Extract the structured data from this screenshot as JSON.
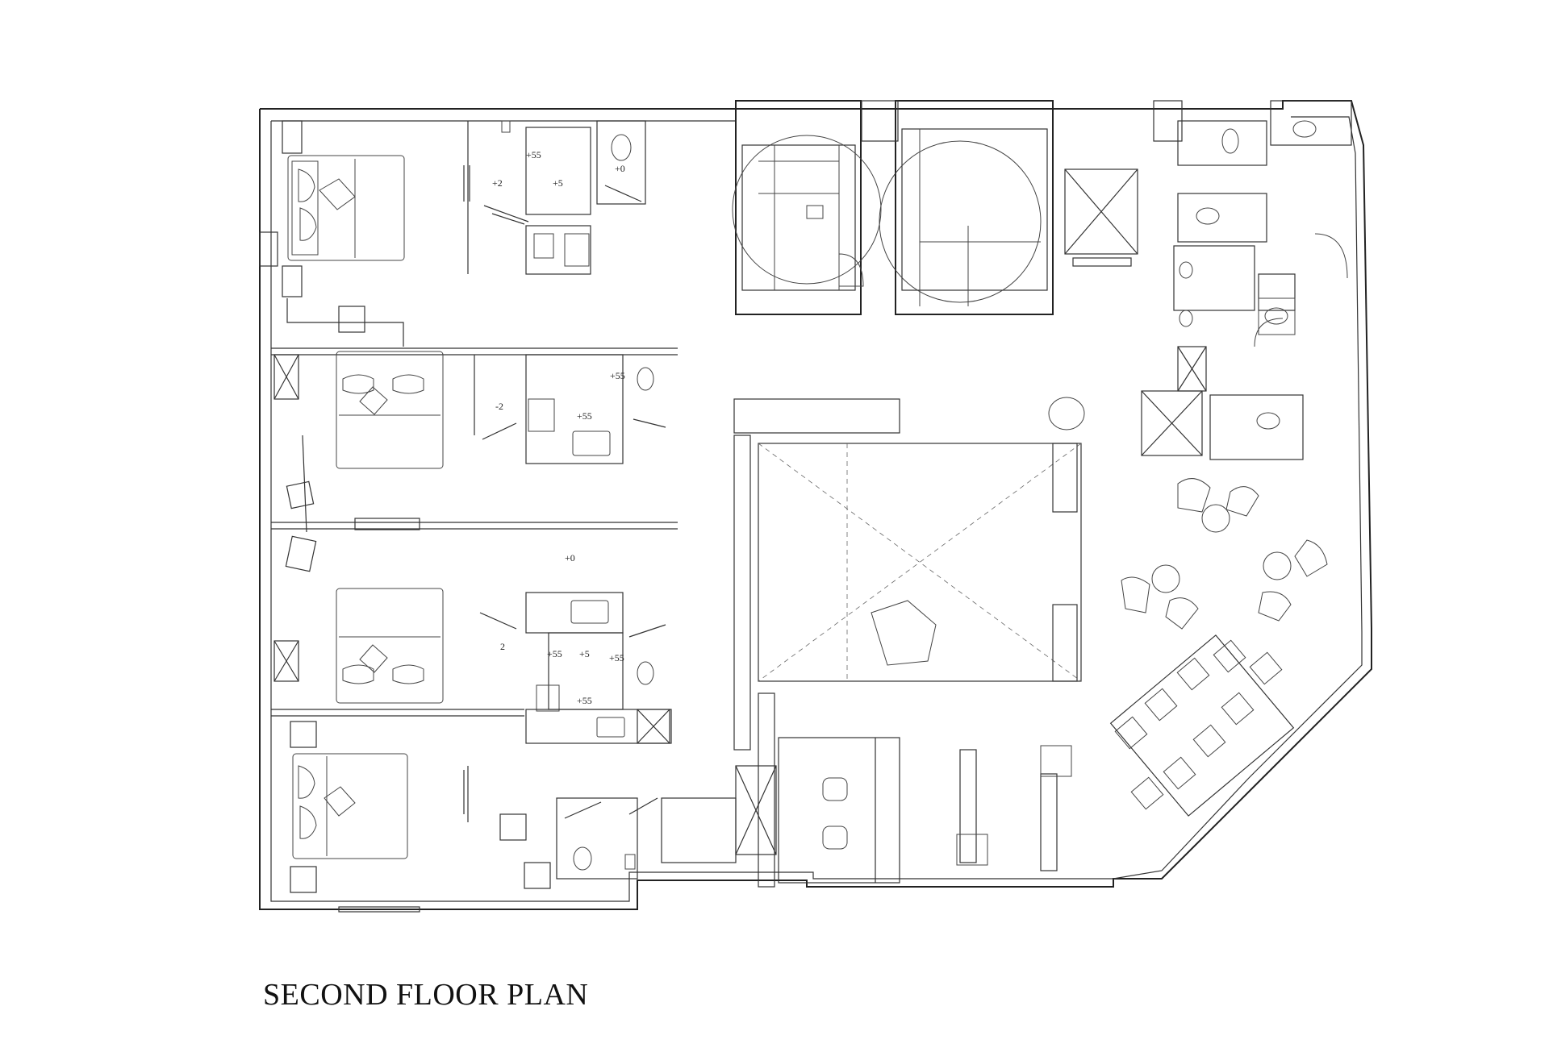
{
  "title": "SECOND FLOOR PLAN",
  "level_marks": [
    "+55",
    "+2",
    "+5",
    "+0",
    "+55",
    "-2",
    "+55",
    "+0",
    "2",
    "+55",
    "+5",
    "+55",
    "+55"
  ],
  "colors": {
    "line": "#222222",
    "background": "#ffffff"
  }
}
